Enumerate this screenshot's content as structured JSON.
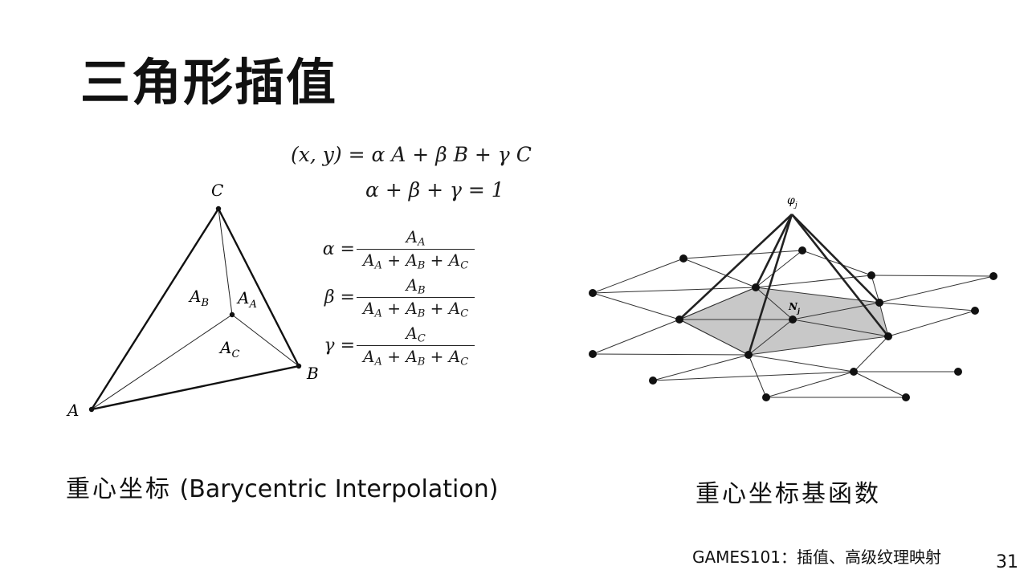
{
  "slide": {
    "title": "三角形插值",
    "left_caption_han": "重心坐标",
    "left_caption_en": " (Barycentric Interpolation)",
    "right_caption": "重心坐标基函数",
    "footer": "GAMES101：插值、高级纹理映射",
    "page_number": "31"
  },
  "triangle_diagram": {
    "vertex_a": "A",
    "vertex_b": "B",
    "vertex_c": "C",
    "region_ab": "A",
    "region_ab_sub": "B",
    "region_aa": "A",
    "region_aa_sub": "A",
    "region_ac": "A",
    "region_ac_sub": "C"
  },
  "formulas": {
    "eq1": "(x, y) = α A + β B + γ C",
    "eq2": "α + β + γ = 1",
    "alpha": {
      "lhs": "α =",
      "num_sub": "A",
      "den": "B",
      "sym": "A"
    },
    "beta": {
      "lhs": "β =",
      "num_sub": "B"
    },
    "gamma": {
      "lhs": "γ =",
      "num_sub": "C"
    }
  },
  "mesh_diagram": {
    "phi_label": "φ",
    "phi_sub": "j",
    "node_label": "N",
    "node_sub": "j"
  },
  "colors": {
    "background": "#ffffff",
    "text": "#111111",
    "mesh_fill": "#c8c8c8"
  }
}
